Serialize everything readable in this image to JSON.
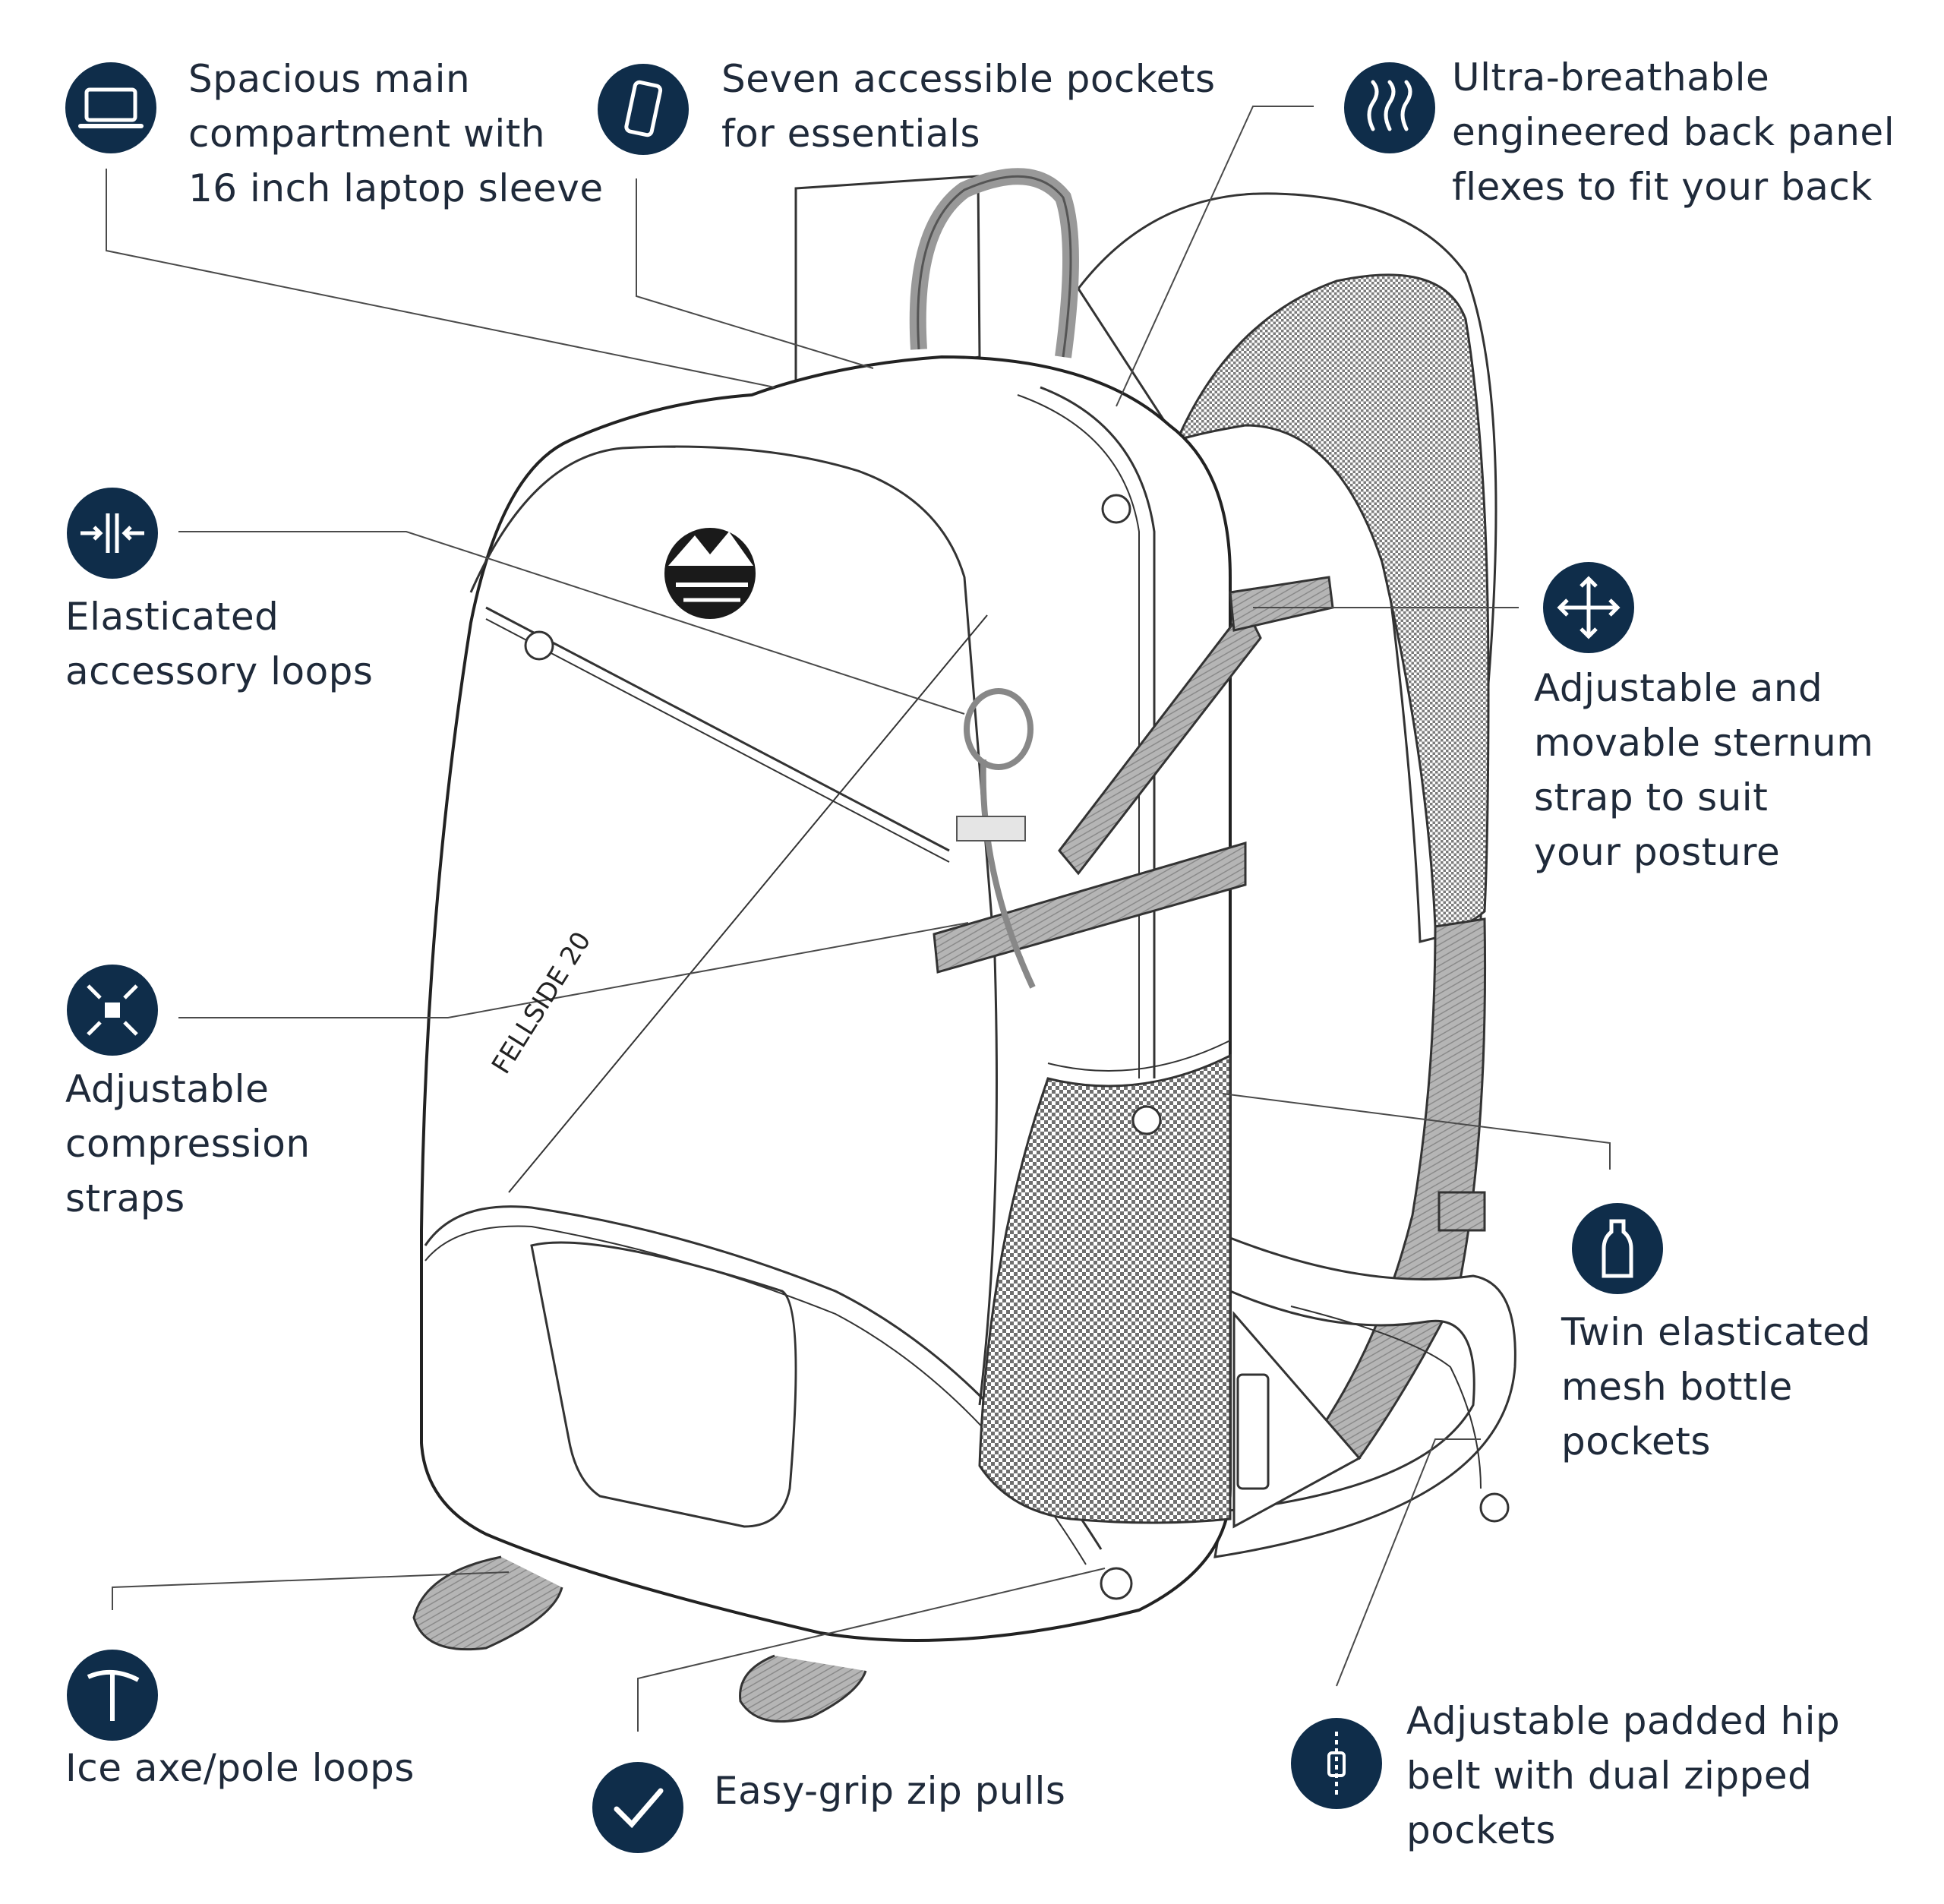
{
  "features": [
    {
      "id": "laptop",
      "icon": "laptop-icon",
      "lines": [
        "Spacious main",
        "compartment with",
        "16 inch laptop sleeve"
      ]
    },
    {
      "id": "pockets",
      "icon": "phone-icon",
      "lines": [
        "Seven accessible pockets",
        "for essentials"
      ]
    },
    {
      "id": "back-panel",
      "icon": "airflow-icon",
      "lines": [
        "Ultra-breathable",
        "engineered back panel",
        "flexes to fit your back"
      ]
    },
    {
      "id": "loops",
      "icon": "elastic-icon",
      "lines": [
        "Elasticated",
        "accessory loops"
      ]
    },
    {
      "id": "sternum",
      "icon": "move-arrows-icon",
      "lines": [
        "Adjustable and",
        "movable sternum",
        "strap to suit",
        "your posture"
      ]
    },
    {
      "id": "compression",
      "icon": "compress-icon",
      "lines": [
        "Adjustable",
        "compression",
        "straps"
      ]
    },
    {
      "id": "bottle",
      "icon": "bottle-icon",
      "lines": [
        "Twin elasticated",
        "mesh bottle",
        "pockets"
      ]
    },
    {
      "id": "ice-axe",
      "icon": "ice-axe-icon",
      "lines": [
        "Ice axe/pole loops"
      ]
    },
    {
      "id": "zip-pulls",
      "icon": "checkmark-icon",
      "lines": [
        "Easy-grip zip pulls"
      ]
    },
    {
      "id": "hip-belt",
      "icon": "zipper-icon",
      "lines": [
        "Adjustable padded hip",
        "belt with dual zipped",
        "pockets"
      ]
    }
  ],
  "product": {
    "model_label": "FELLSIDE 20",
    "brand_logo": "lakeland-active-logo",
    "mountain_logo": "mountain-logo"
  },
  "colors": {
    "icon_badge": "#0f2d4a",
    "text": "#1f2a3a",
    "strap_gray": "#9a9a9a",
    "mesh_gray": "#7a7a7a"
  }
}
